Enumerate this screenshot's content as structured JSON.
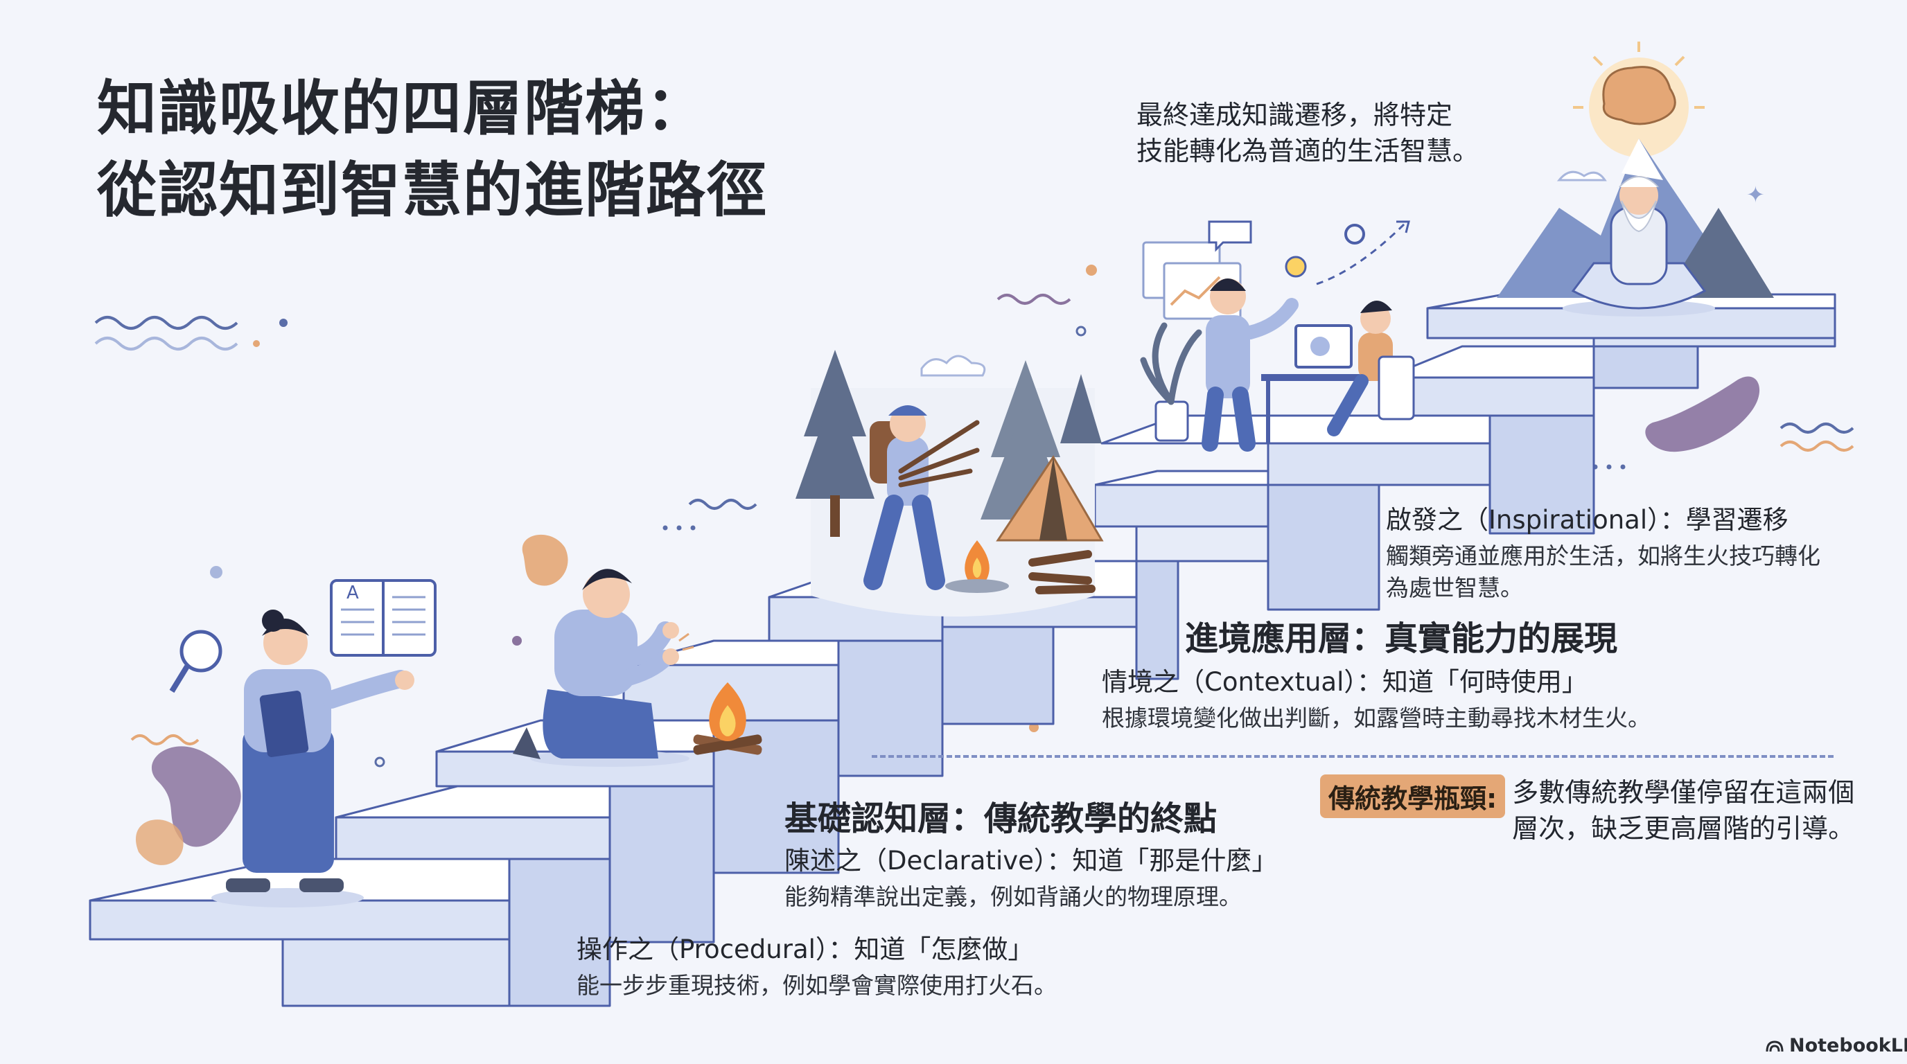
{
  "title": {
    "line1": "知識吸收的四層階梯：",
    "line2": "從認知到智慧的進階路徑"
  },
  "top_note": {
    "line1": "最終達成知識遷移，將特定",
    "line2": "技能轉化為普適的生活智慧。"
  },
  "inspirational": {
    "label": "啟發之（Inspirational）：學習遷移",
    "desc_line1": "觸類旁通並應用於生活，如將生火技巧轉化",
    "desc_line2": "為處世智慧。"
  },
  "applied_layer": {
    "heading": "進境應用層：真實能力的展現",
    "contextual_label": "情境之（Contextual）：知道「何時使用」",
    "contextual_desc": "根據環境變化做出判斷，如露營時主動尋找木材生火。"
  },
  "bottleneck": {
    "badge": "傳統教學瓶頸:",
    "text_line1": "多數傳統教學僅停留在這兩個",
    "text_line2": "層次，缺乏更高層階的引導。"
  },
  "basic_layer": {
    "heading": "基礎認知層：傳統教學的終點",
    "declarative_label": "陳述之（Declarative）：知道「那是什麼」",
    "declarative_desc": "能夠精準說出定義，例如背誦火的物理原理。",
    "procedural_label": "操作之（Procedural）：知道「怎麼做」",
    "procedural_desc": "能一步步重現技術，例如學會實際使用打火石。"
  },
  "brand": "NotebookLM",
  "colors": {
    "background": "#f3f5fb",
    "stair_top": "#ffffff",
    "stair_riser": "#dbe3f5",
    "stair_outline": "#4c5fa8",
    "figure_blue": "#4f6bb5",
    "accent_orange": "#e4a776",
    "accent_purple": "#8a739e"
  }
}
